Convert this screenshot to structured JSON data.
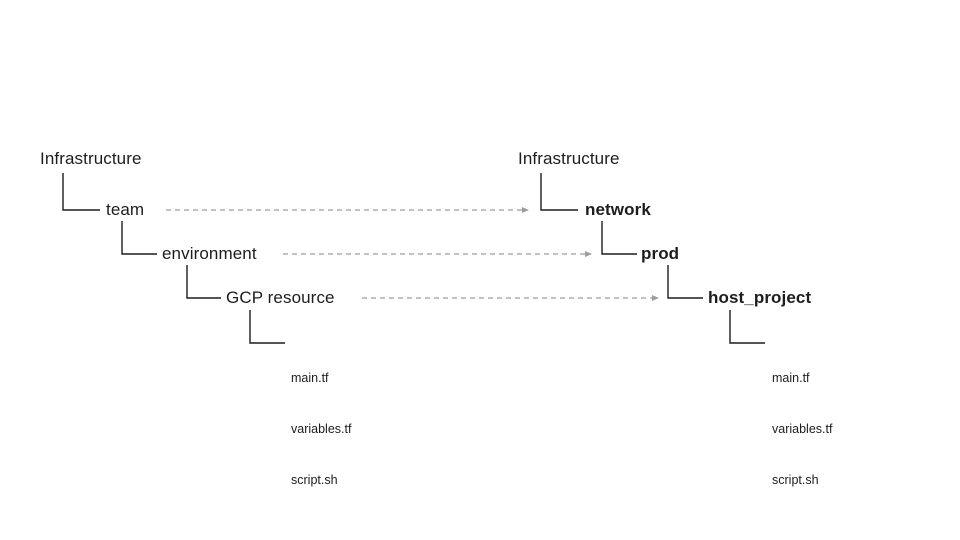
{
  "diagram": {
    "type": "tree-mapping-diagram",
    "background_color": "#ffffff",
    "text_color": "#1d1d1d",
    "connector_color": "#1d1d1d",
    "arrow_color": "#9e9e9e",
    "left_tree": {
      "name": "generic-structure-tree",
      "root": "Infrastructure",
      "levels": [
        {
          "label": "team",
          "depth": 1
        },
        {
          "label": "environment",
          "depth": 2
        },
        {
          "label": "GCP resource",
          "depth": 3
        }
      ],
      "files": [
        "main.tf",
        "variables.tf",
        "script.sh"
      ]
    },
    "right_tree": {
      "name": "concrete-example-tree",
      "root": "Infrastructure",
      "levels": [
        {
          "label": "network",
          "depth": 1,
          "bold": true
        },
        {
          "label": "prod",
          "depth": 2,
          "bold": true
        },
        {
          "label": "host_project",
          "depth": 3,
          "bold": true
        }
      ],
      "files": [
        "main.tf",
        "variables.tf",
        "script.sh"
      ]
    },
    "mappings": [
      {
        "from": "team",
        "to": "network"
      },
      {
        "from": "environment",
        "to": "prod"
      },
      {
        "from": "GCP resource",
        "to": "host_project"
      }
    ]
  }
}
